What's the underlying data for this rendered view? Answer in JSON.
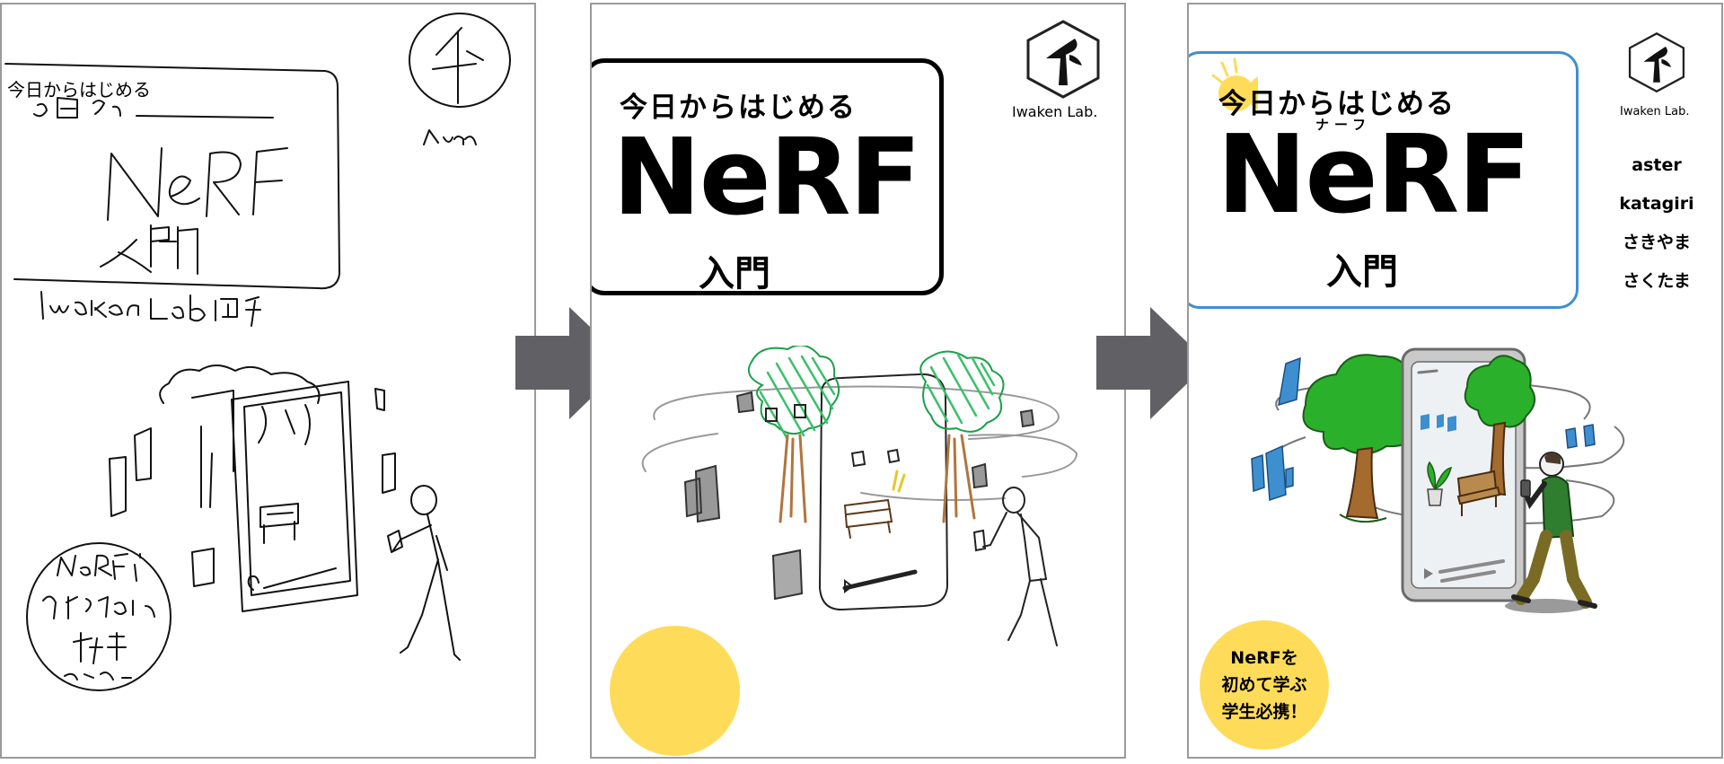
{
  "panel_sketch": {
    "caption": "今日からはじめる"
  },
  "panel_draft": {
    "title_top": "今日からはじめる",
    "title_main": "NeRF",
    "title_sub": "入門",
    "lab_name": "Iwaken Lab.",
    "circle_color": "#fedc5a"
  },
  "panel_final": {
    "title_top_highlight": "今日",
    "title_top_rest": "からはじめる",
    "title_ruby": "ナーフ",
    "title_main": "NeRF",
    "title_sub": "入門",
    "lab_name": "Iwaken Lab.",
    "authors": [
      "aster",
      "katagiri",
      "さきやま",
      "さくたま"
    ],
    "badge_lines": [
      "NeRFを",
      "初めて学ぶ",
      "学生必携！"
    ],
    "frame_color": "#3d8fd0",
    "badge_color": "#fedc5a"
  },
  "arrow_color": "#616165"
}
